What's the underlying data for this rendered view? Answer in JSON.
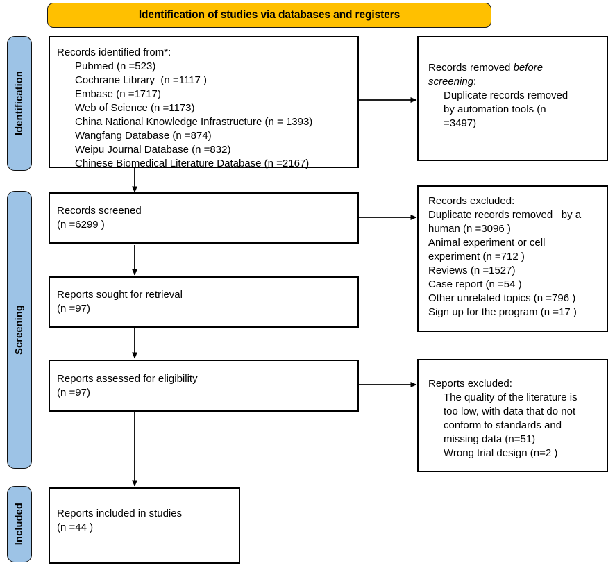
{
  "diagram": {
    "title": "PRISMA 2020 flow diagram",
    "banner": {
      "label": "Identification of studies via databases and registers",
      "color": "#FFC000"
    },
    "stage_color": "#9DC3E6",
    "stages": [
      {
        "label": "Identification"
      },
      {
        "label": "Screening"
      },
      {
        "label": "Included"
      }
    ],
    "boxes": {
      "identified": {
        "heading": "Records identified from*:",
        "sources": [
          "Pubmed (n =523)",
          "Cochrane Library  (n =1117 )",
          "Embase (n =1717)",
          "Web of Science (n =1173)",
          "China National Knowledge Infrastructure (n = 1393)",
          "Wangfang Database (n =874)",
          "Weipu Journal Database (n =832)",
          "Chinese Biomedical Literature Database (n =2167)"
        ]
      },
      "removed_before_screening": {
        "heading_part1": "Records removed ",
        "heading_italic1": "before",
        "heading_italic2": "screening",
        "heading_part2": ":",
        "lines": [
          "Duplicate records removed",
          "by automation tools (n",
          "=3497)"
        ]
      },
      "records_screened": {
        "line1": "Records screened",
        "line2": "(n =6299 )"
      },
      "records_excluded": {
        "heading": "Records excluded:",
        "lines": [
          "Duplicate records removed   by a",
          "human (n =3096 )",
          "Animal experiment or cell",
          "experiment (n =712 )",
          "Reviews (n =1527)",
          "Case report (n =54 )",
          "Other unrelated topics (n =796 )",
          "Sign up for the program (n =17 )"
        ]
      },
      "reports_sought": {
        "line1": "Reports sought for retrieval",
        "line2": "(n =97)"
      },
      "reports_assessed": {
        "line1": "Reports assessed for eligibility",
        "line2": "(n =97)"
      },
      "reports_excluded": {
        "heading": "Reports excluded:",
        "lines": [
          "The quality of the literature is",
          "too low, with data that do not",
          "conform to standards and",
          "missing data (n=51)",
          "Wrong trial design (n=2 )"
        ]
      },
      "reports_included": {
        "line1": "Reports included in studies",
        "line2": "(n =44 )"
      }
    }
  }
}
